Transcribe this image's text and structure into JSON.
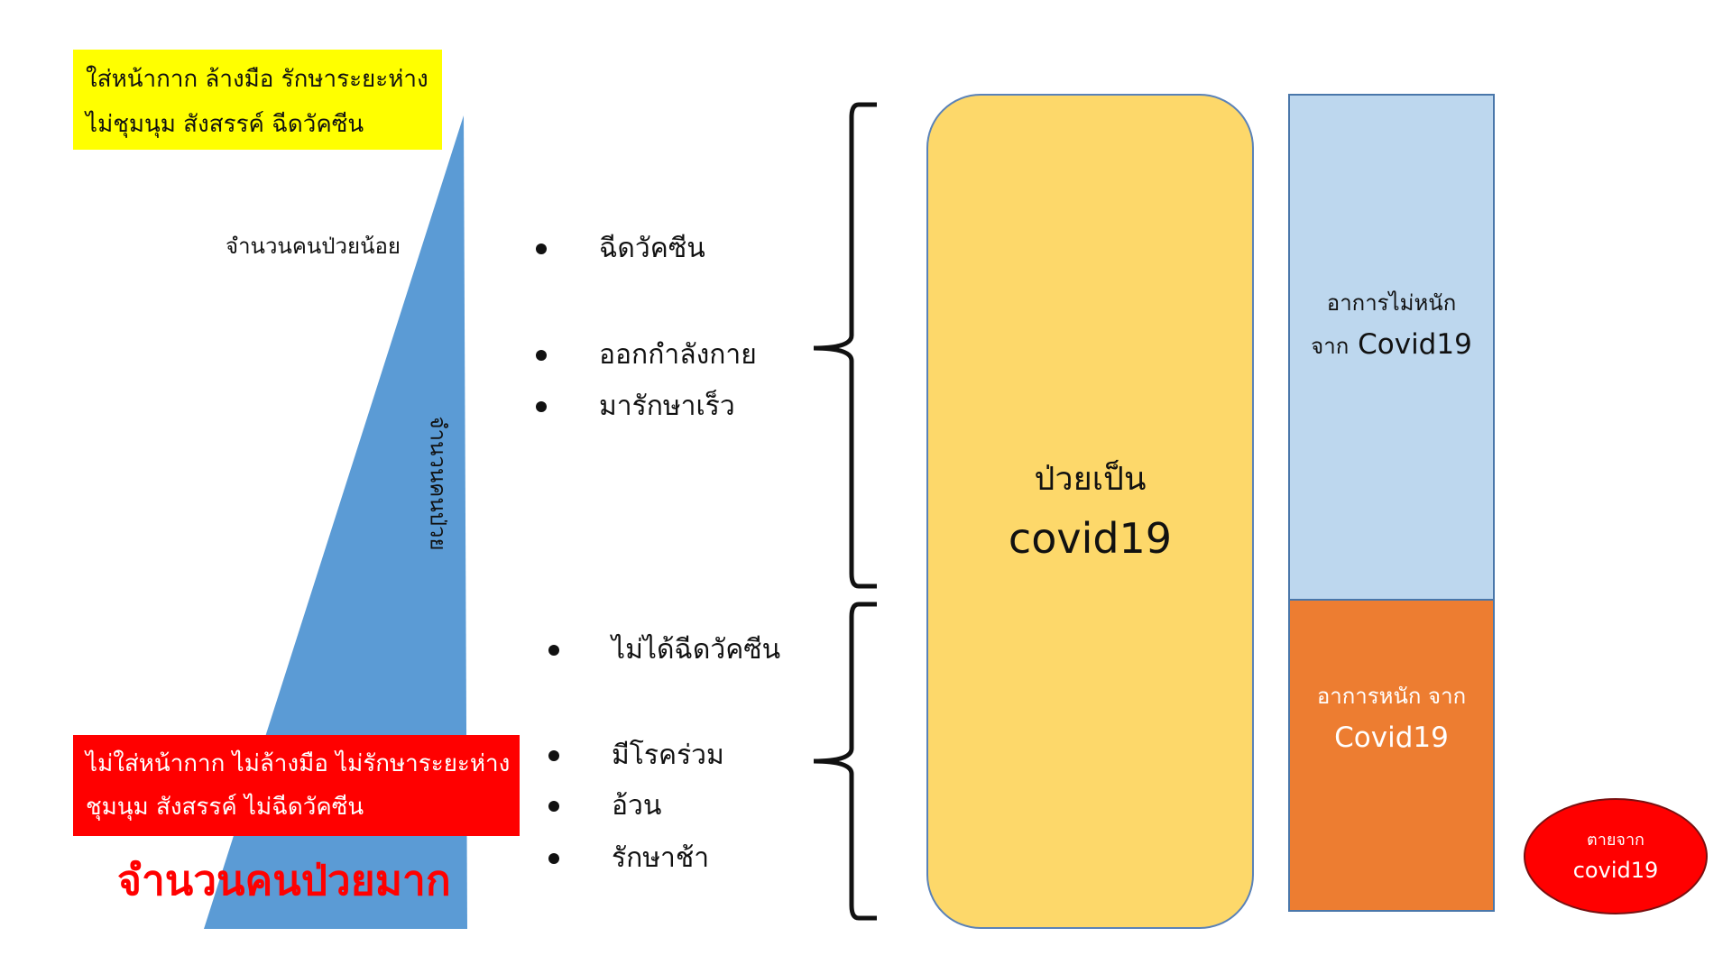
{
  "prevention_box": {
    "lines": [
      "ใส่หน้ากาก ล้างมือ รักษาระยะห่าง",
      "ไม่ชุมนุม สังสรรค์ ฉีดวัคซีน"
    ],
    "color": "#ffff00"
  },
  "risk_box": {
    "lines": [
      "ไม่ใส่หน้ากาก ไม่ล้างมือ ไม่รักษาระยะห่าง",
      "ชุมนุม สังสรรค์ ไม่ฉีดวัคซีน"
    ],
    "color": "#ff0000"
  },
  "wedge": {
    "top_label": "จำนวนคนป่วยน้อย",
    "axis_label": "จำนวนคนป่วย",
    "bottom_label": "จำนวนคนป่วยมาก",
    "color": "#5b9bd5"
  },
  "protective_factors": [
    "ฉีดวัคซีน",
    "ออกกำลังกาย",
    "มารักษาเร็ว"
  ],
  "risk_factors": [
    "ไม่ได้ฉีดวัคซีน",
    "มีโรคร่วม",
    "อ้วน",
    "รักษาช้า"
  ],
  "infected": {
    "line1": "ป่วยเป็น",
    "line2": "covid19",
    "color": "#fdd86a"
  },
  "mild": {
    "line1": "อาการไม่หนัก",
    "line2_prefix": "จาก",
    "line2_suffix": "Covid19",
    "color": "#bdd7ee"
  },
  "severe": {
    "line1": "อาการหนัก จาก",
    "line2": "Covid19",
    "color": "#ed7d31"
  },
  "death": {
    "line1": "ตายจาก",
    "line2": "covid19",
    "color": "#ff0000"
  }
}
